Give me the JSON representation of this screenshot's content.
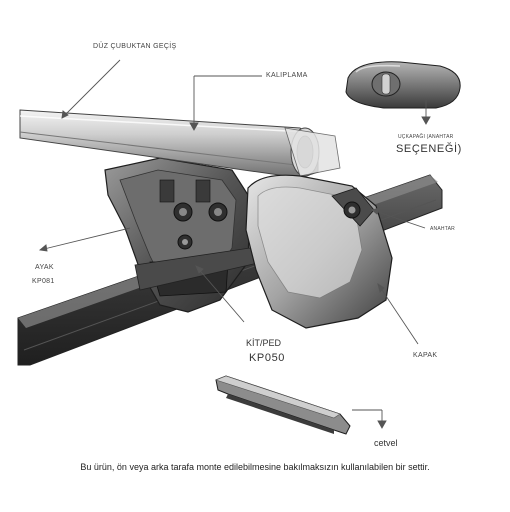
{
  "labels": {
    "duz_cubuk": "DÜZ ÇUBUKTAN GEÇİŞ",
    "kaliplama": "KALIPLAMA",
    "ucapagi": "UÇKAPAĞI (ANAHTAR",
    "secenegi": "SEÇENEĞİ)",
    "anahtar": "ANAHTAR",
    "ayak": "AYAK",
    "ayak_code": "KP081",
    "kit_ped": "KİT/PED",
    "kit_code": "KP050",
    "kapak": "KAPAK",
    "cetvel": "cetvel"
  },
  "caption": "Bu ürün, ön veya arka tarafa monte edilebilmesine bakılmaksızın kullanılabilen bir settir."
}
